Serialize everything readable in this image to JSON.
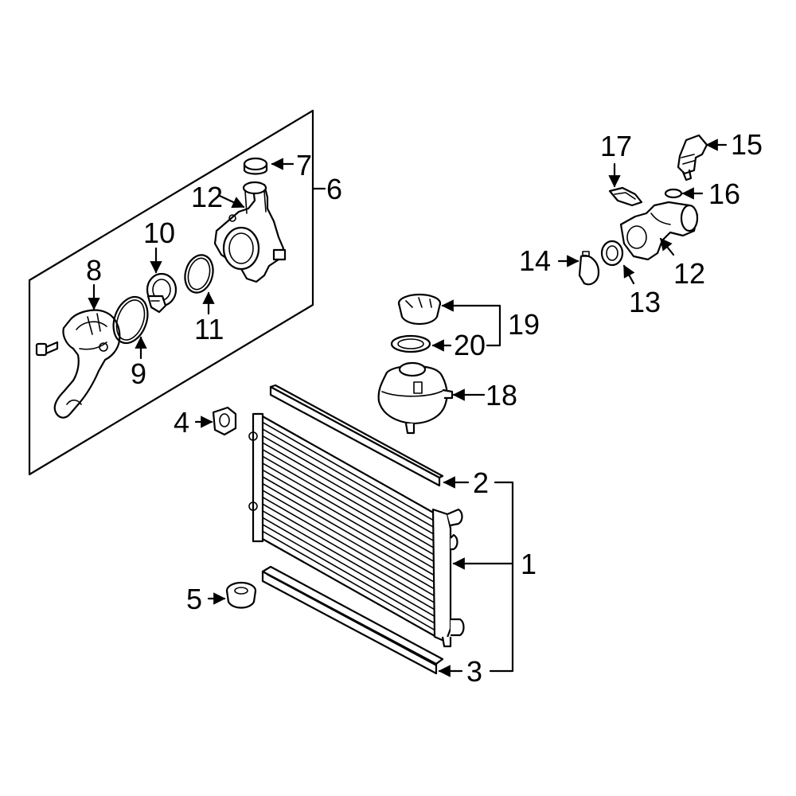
{
  "diagram": {
    "highlight_color": "#2436b4",
    "line_color": "#000000",
    "background": "#ffffff",
    "callouts": {
      "c1": "1",
      "c2": "2",
      "c3": "3",
      "c4": "4",
      "c5": "5",
      "c6": "6",
      "c7": "7",
      "c8": "8",
      "c9": "9",
      "c10": "10",
      "c11": "11",
      "c12a": "12",
      "c12b": "12",
      "c13": "13",
      "c14": "14",
      "c15": "15",
      "c16": "16",
      "c17": "17",
      "c18": "18",
      "c19": "19",
      "c20": "20"
    }
  }
}
